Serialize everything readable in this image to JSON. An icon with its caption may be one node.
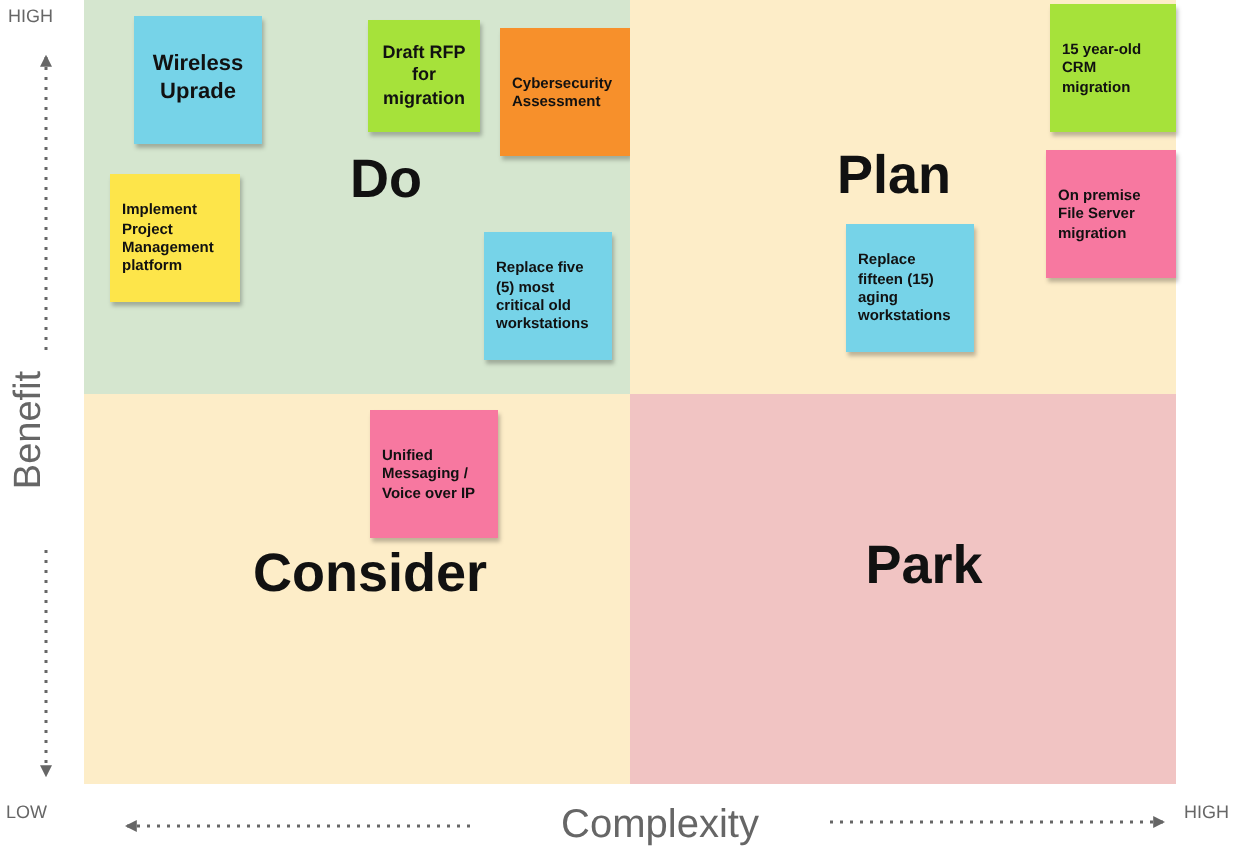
{
  "diagram": {
    "nodes": [
      {
        "text": [
          "Do"
        ]
      },
      {
        "text": [
          "Plan"
        ]
      },
      {
        "text": [
          "Consider"
        ]
      },
      {
        "text": [
          "Park"
        ]
      },
      {
        "text": [
          "Wireless Uprade"
        ],
        "in": 0
      },
      {
        "text": [
          "Draft RFP for migration"
        ],
        "in": 0
      },
      {
        "text": [
          "Cybersecurity Assessment"
        ],
        "in": 0
      },
      {
        "text": [
          "Implement Project Management platform"
        ],
        "in": 0
      },
      {
        "text": [
          "Replace five (5) most critical old workstations"
        ],
        "in": 0
      },
      {
        "text": [
          "15 year-old CRM migration"
        ],
        "in": 1
      },
      {
        "text": [
          "On premise File Server migration"
        ],
        "in": 1
      },
      {
        "text": [
          "Replace fifteen (15) aging workstations"
        ],
        "in": 1
      },
      {
        "text": [
          "Unified Messaging / Voice over IP"
        ],
        "in": 2
      }
    ],
    "edges": [],
    "labels": [
      "HIGH",
      "Benefit",
      "LOW",
      "Complexity",
      "HIGH"
    ]
  }
}
